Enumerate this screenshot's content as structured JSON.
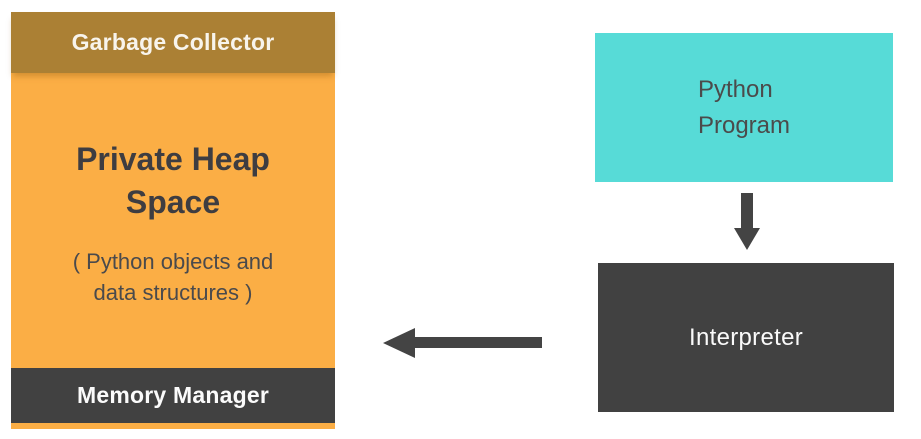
{
  "heap": {
    "header_label": "Garbage Collector",
    "title": "Private Heap Space",
    "subtitle_line1": "( Python objects and",
    "subtitle_line2": "data structures )",
    "footer_label": "Memory Manager"
  },
  "program": {
    "line1": "Python",
    "line2": "Program"
  },
  "interpreter": {
    "label": "Interpreter"
  },
  "icons": {
    "down_arrow": "down-arrow-icon",
    "left_arrow": "left-arrow-icon"
  },
  "colors": {
    "background": "#ffffff",
    "garbage_collector_bg": "#ab8034",
    "heap_bg": "#fbae45",
    "dark_box_bg": "#414141",
    "program_bg": "#57dbd7",
    "arrow": "#444444",
    "title_text": "#3e3d41",
    "subtitle_text": "#4a4a4c",
    "light_text": "#fbfbfb",
    "program_text": "#4b4b4b"
  }
}
